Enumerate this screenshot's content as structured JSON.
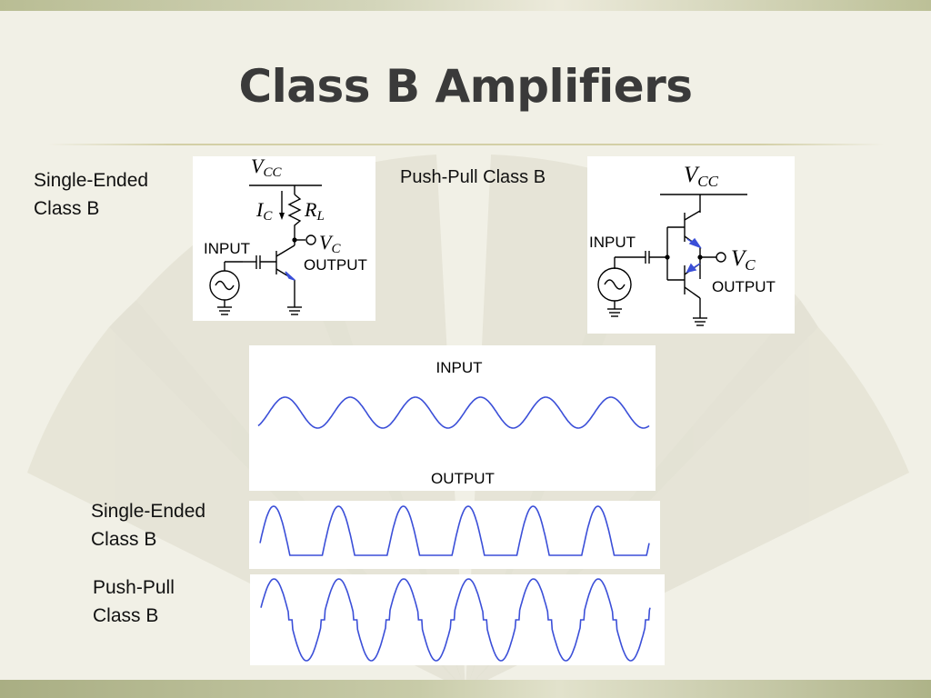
{
  "slide": {
    "title": "Class B Amplifiers",
    "label_single_ended_top": [
      "Single-Ended",
      "Class B"
    ],
    "label_push_pull_top": "Push-Pull Class B",
    "label_single_ended_bottom": [
      "Single-Ended",
      "Class B"
    ],
    "label_push_pull_bottom": [
      "Push-Pull",
      "Class B"
    ]
  },
  "circuit_single": {
    "vcc_main": "V",
    "vcc_sub": "CC",
    "ic_main": "I",
    "ic_sub": "C",
    "rl_main": "R",
    "rl_sub": "L",
    "vc_main": "V",
    "vc_sub": "C",
    "input": "INPUT",
    "output": "OUTPUT"
  },
  "circuit_pushpull": {
    "vcc_main": "V",
    "vcc_sub": "CC",
    "vc_main": "V",
    "vc_sub": "C",
    "input": "INPUT",
    "output": "OUTPUT"
  },
  "waveforms": {
    "input_label": "INPUT",
    "output_label": "OUTPUT",
    "cycles": 6,
    "color": "#3b4fd8"
  }
}
